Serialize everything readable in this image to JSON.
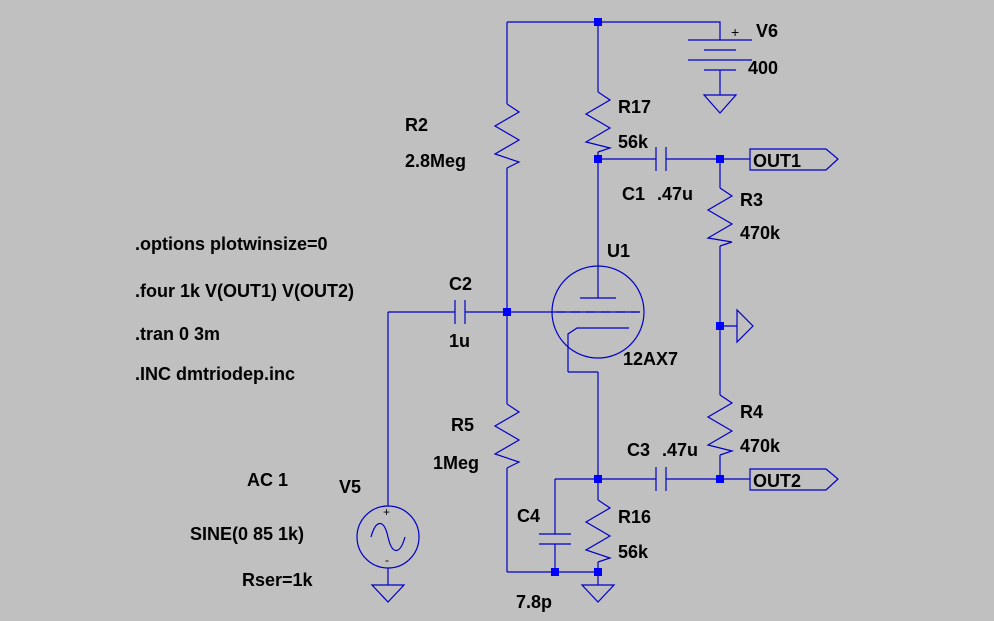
{
  "components": {
    "r2": {
      "ref": "R2",
      "value": "2.8Meg"
    },
    "r17": {
      "ref": "R17",
      "value": "56k"
    },
    "r3": {
      "ref": "R3",
      "value": "470k"
    },
    "r4": {
      "ref": "R4",
      "value": "470k"
    },
    "r5": {
      "ref": "R5",
      "value": "1Meg"
    },
    "r16": {
      "ref": "R16",
      "value": "56k"
    },
    "c1": {
      "ref": "C1",
      "value": ".47u"
    },
    "c2": {
      "ref": "C2",
      "value": "1u"
    },
    "c3": {
      "ref": "C3",
      "value": ".47u"
    },
    "c4": {
      "ref": "C4",
      "value": "7.8p"
    },
    "u1": {
      "ref": "U1",
      "value": "12AX7"
    },
    "v6": {
      "ref": "V6",
      "value": "400",
      "plus": "+"
    },
    "v5": {
      "ref": "V5",
      "value_ac": "AC 1",
      "value_sine": "SINE(0 85 1k)",
      "value_rser": "Rser=1k",
      "plus": "+",
      "minus": "-"
    }
  },
  "ports": {
    "out1": "OUT1",
    "out2": "OUT2"
  },
  "directives": [
    ".options plotwinsize=0",
    ".four 1k V(OUT1)  V(OUT2)",
    ".tran 0 3m",
    ".INC dmtriodep.inc"
  ],
  "colors": {
    "background": "#c0c0c0",
    "wire": "#0000c8",
    "junction": "#0000ff",
    "text": "#000000"
  }
}
